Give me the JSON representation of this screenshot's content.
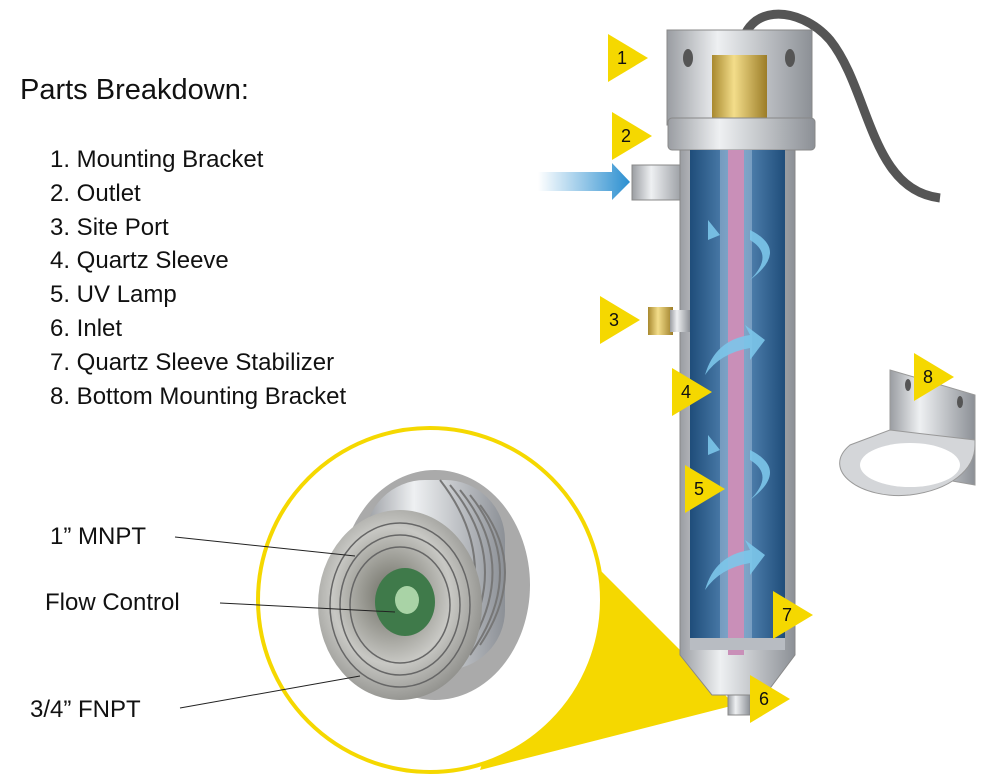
{
  "title": "Parts Breakdown:",
  "parts": [
    {
      "label": "1. Mounting Bracket"
    },
    {
      "label": "2. Outlet"
    },
    {
      "label": "3. Site Port"
    },
    {
      "label": "4. Quartz Sleeve"
    },
    {
      "label": "5. UV Lamp"
    },
    {
      "label": "6. Inlet"
    },
    {
      "label": "7. Quartz Sleeve Stabilizer"
    },
    {
      "label": "8. Bottom Mounting Bracket"
    }
  ],
  "callouts": {
    "mnpt": "1” MNPT",
    "flow_control": "Flow Control",
    "fnpt": "3/4” FNPT"
  },
  "markers": [
    "1",
    "2",
    "3",
    "4",
    "5",
    "6",
    "7",
    "8"
  ],
  "colors": {
    "marker": "#f5d800",
    "water": "#2d5f8f",
    "lamp": "#c98fb8",
    "flow_arrow": "#4aa8d8"
  }
}
